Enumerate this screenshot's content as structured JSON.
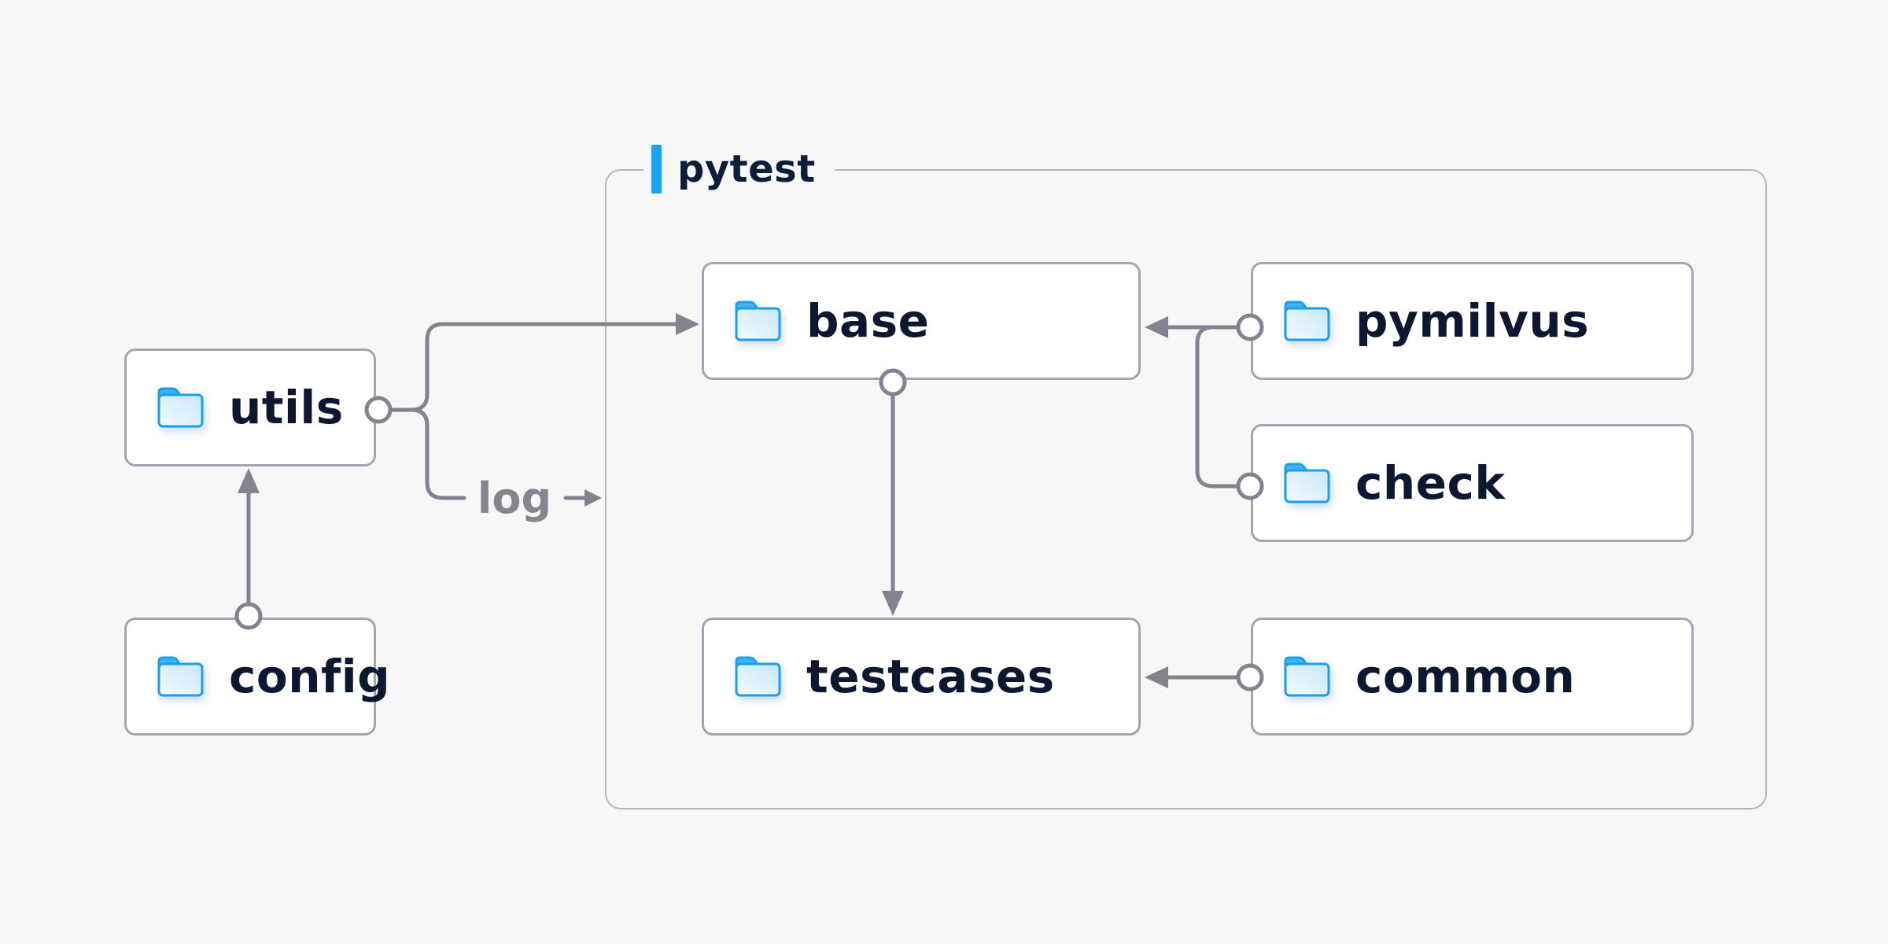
{
  "diagram": {
    "container": {
      "label": "pytest"
    },
    "nodes": [
      {
        "id": "utils",
        "label": "utils",
        "icon": "folder-icon",
        "inside_container": false
      },
      {
        "id": "config",
        "label": "config",
        "icon": "folder-icon",
        "inside_container": false
      },
      {
        "id": "base",
        "label": "base",
        "icon": "folder-icon",
        "inside_container": true
      },
      {
        "id": "pymilvus",
        "label": "pymilvus",
        "icon": "folder-icon",
        "inside_container": true
      },
      {
        "id": "check",
        "label": "check",
        "icon": "folder-icon",
        "inside_container": true
      },
      {
        "id": "testcases",
        "label": "testcases",
        "icon": "folder-icon",
        "inside_container": true
      },
      {
        "id": "common",
        "label": "common",
        "icon": "folder-icon",
        "inside_container": true
      }
    ],
    "edges": [
      {
        "from": "config",
        "to": "utils",
        "style": "arrow-with-port"
      },
      {
        "from": "utils",
        "to": "base",
        "style": "arrow-with-port"
      },
      {
        "from": "utils",
        "to": "pytest",
        "label": "log",
        "style": "labeled-arrow"
      },
      {
        "from": "pymilvus",
        "to": "base",
        "style": "arrow-with-port"
      },
      {
        "from": "check",
        "to": "base",
        "style": "arrow-with-port"
      },
      {
        "from": "base",
        "to": "testcases",
        "style": "arrow-with-port"
      },
      {
        "from": "common",
        "to": "testcases",
        "style": "arrow-with-port"
      }
    ],
    "colors": {
      "canvas_bg": "#f7f7f8",
      "node_bg": "#ffffff",
      "node_border": "#a5a5b1",
      "container_border": "#b5b5c1",
      "text": "#0d1830",
      "muted_text": "#85858f",
      "line": "#83838f",
      "accent_blue": "#18a4f2",
      "folder_stroke": "#17a0f0",
      "folder_tab": "#45b1f3"
    }
  }
}
